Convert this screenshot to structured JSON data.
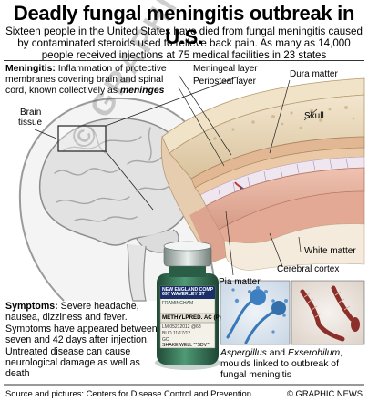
{
  "title": "Deadly fungal meningitis outbreak in U.S.",
  "subtitle": "Sixteen people in the United States have died from fungal meningitis caused by contaminated steroids used to relieve back pain. As many as 14,000 people received injections at 75 medical facilities in 23 states",
  "meningitis": {
    "heading": "Meningitis:",
    "text": " Inflammation of protective membranes covering brain and spinal cord, known collectively as ",
    "term": "meninges"
  },
  "labels": {
    "brain_tissue_1": "Brain",
    "brain_tissue_2": "tissue",
    "meningeal_layer": "Meningeal layer",
    "periosteal_layer": "Periosteal layer",
    "dura_mater": "Dura matter",
    "skull": "Skull",
    "white_matter": "White matter",
    "pia_mater": "Pia matter",
    "cerebral_cortex": "Cerebral cortex"
  },
  "vial": {
    "brand_line1": "NEW ENGLAND COMP",
    "brand_line2": "697 WAVERLEY ST",
    "brand_line3": "FRAMINGHAM",
    "drug": "METHYLPRED. AC (P)",
    "lot_line": "LM 05212012 @68",
    "bud_line": "BUD 11/17/12",
    "gc": "GC",
    "shake": "SHAKE WELL **SDV**"
  },
  "symptoms": {
    "heading": "Symptoms:",
    "text": " Severe headache, nausea, dizziness and fever. Symptoms have appeared between seven and 42 days after injection. Untreated disease can cause neurological damage as well as death"
  },
  "caption": {
    "name1": "Aspergillus",
    "and": " and ",
    "name2": "Exserohilum",
    "text": ", moulds linked to outbreak of fungal meningitis"
  },
  "footer": {
    "source": "Source and pictures: Centers for Disease Control and Prevention",
    "credit": "© GRAPHIC NEWS"
  },
  "watermark": "© GRAPHIC NEWS",
  "colors": {
    "bone": "#e8d6b8",
    "dura": "#e9c9a4",
    "cortex": "#e7b3a2",
    "white_matter": "#f3e8d8",
    "vial_glass": "#2f6b50",
    "micro_blue": "#3a79b8",
    "micro_red": "#8c2f2a"
  }
}
